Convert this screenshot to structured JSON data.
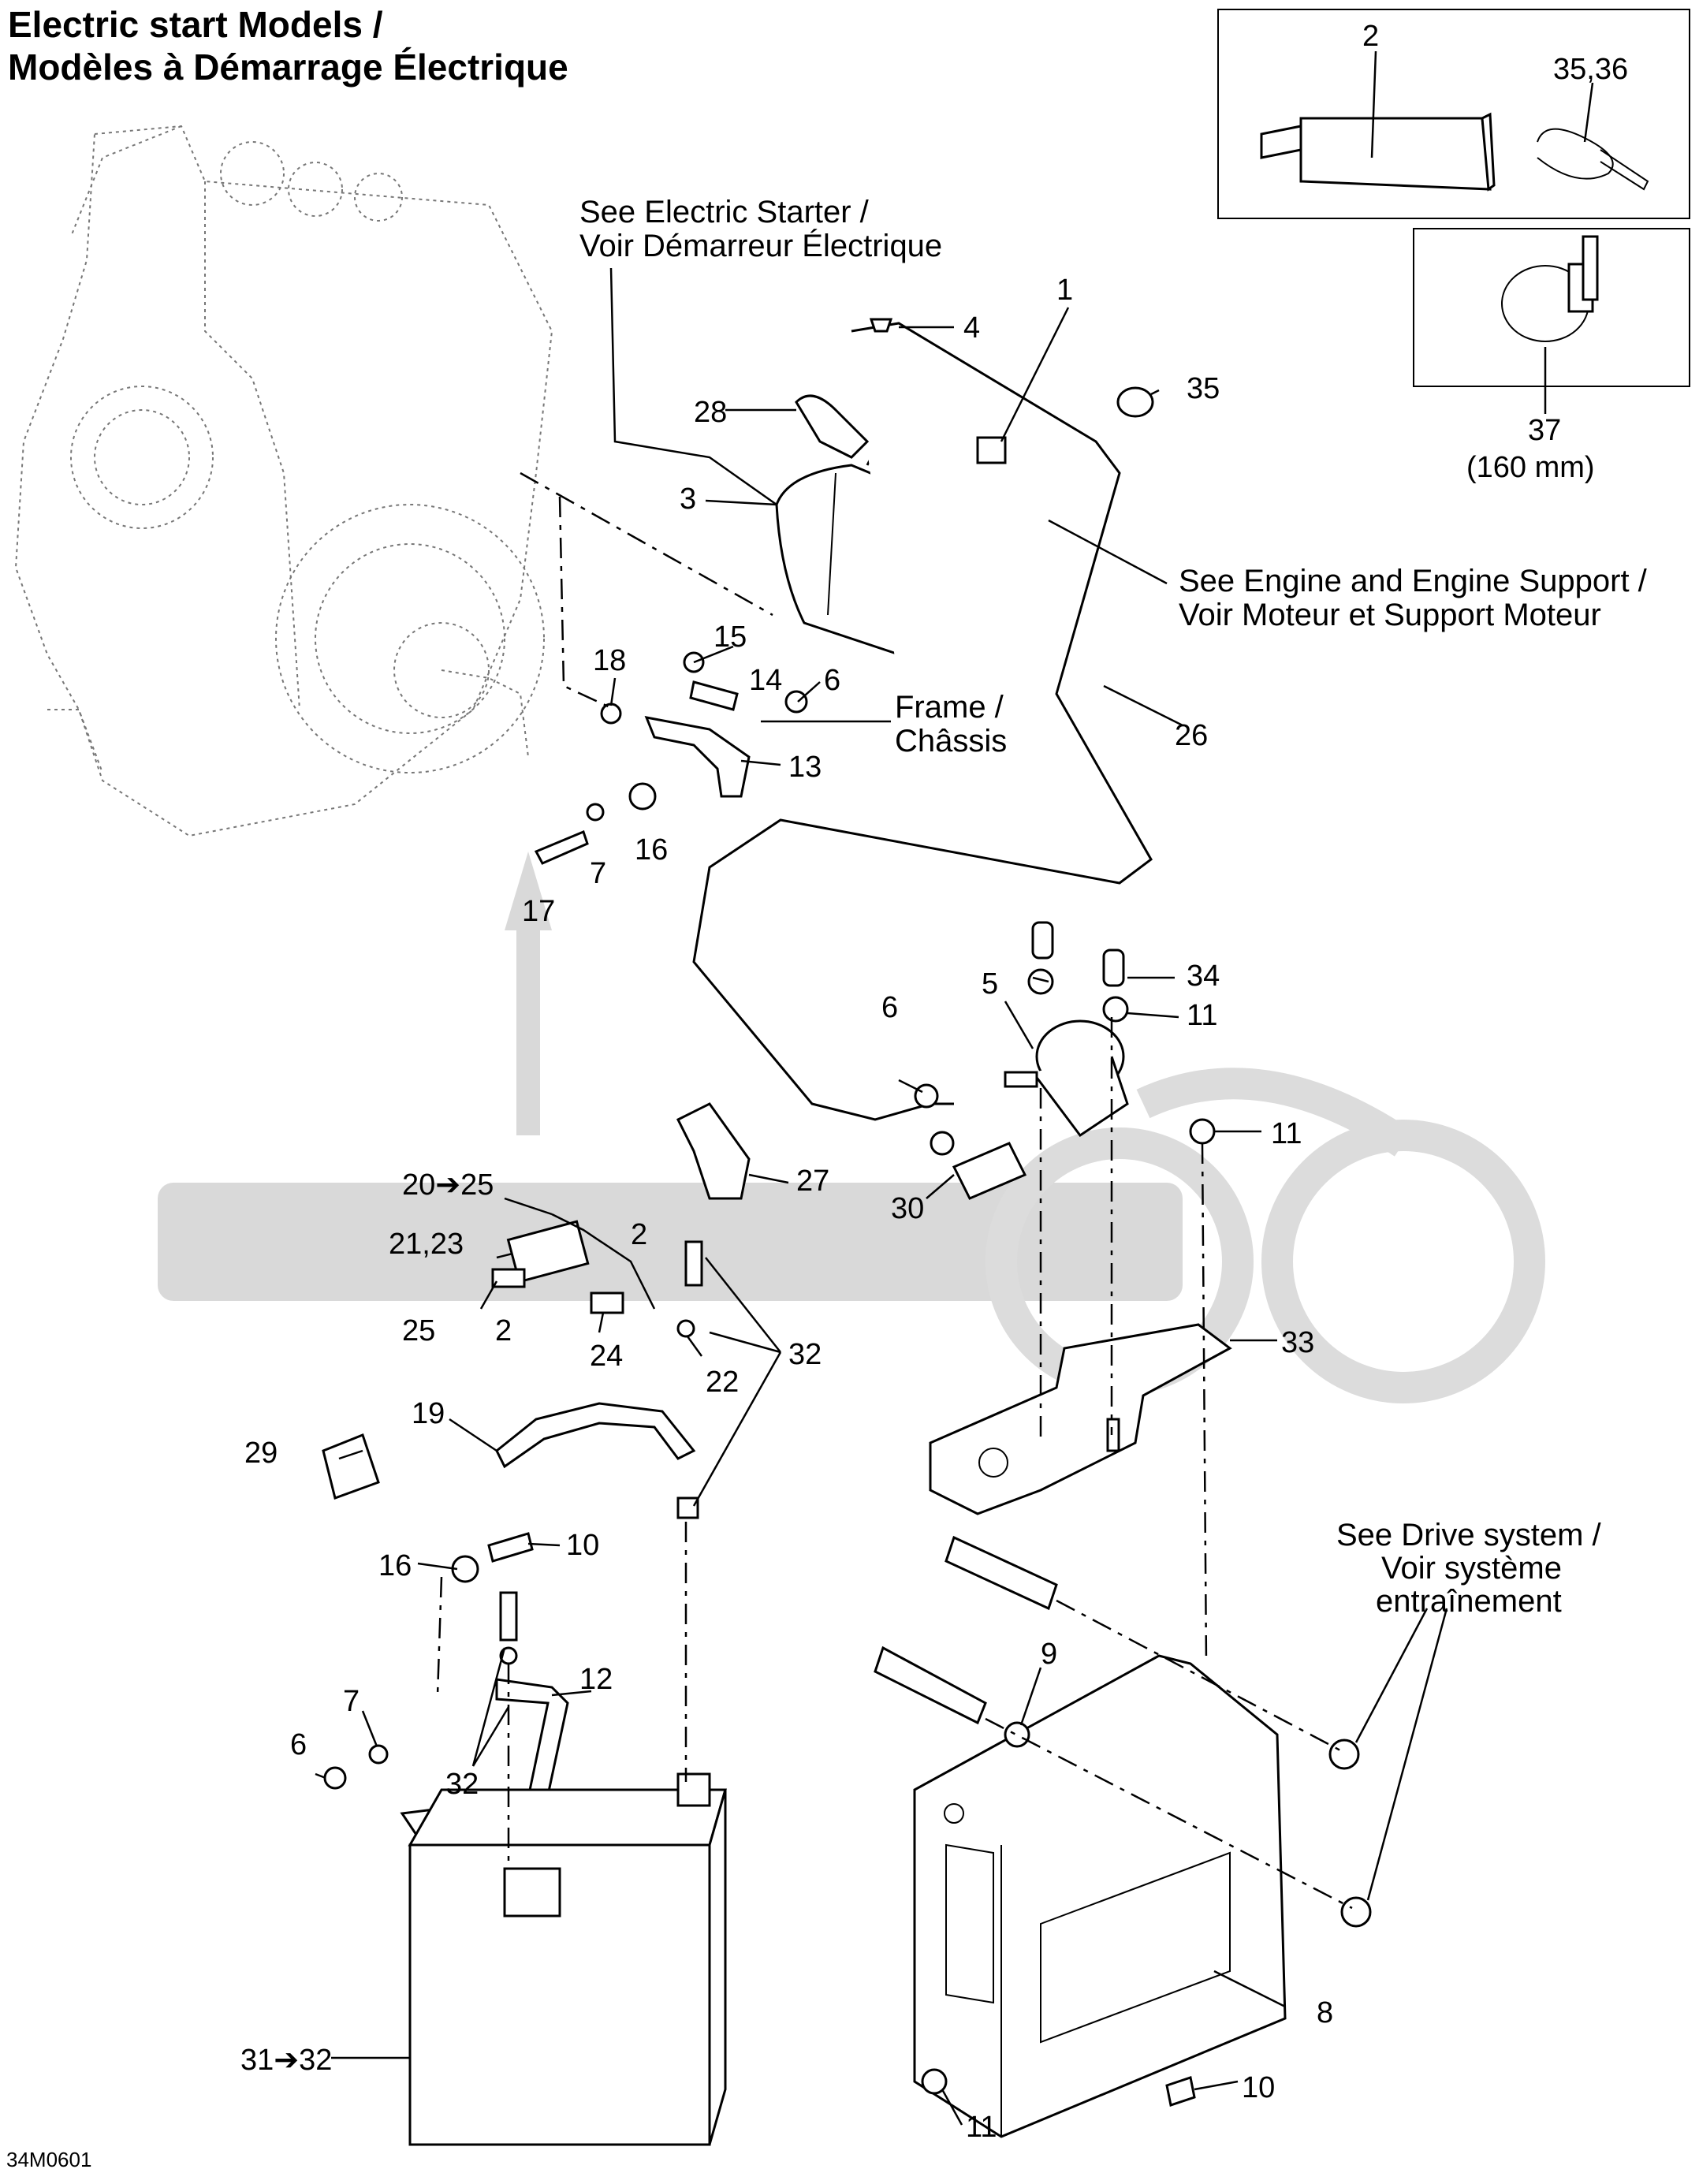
{
  "header": {
    "title_line1": "Electric start Models /",
    "title_line2": "Modèles à Démarrage Électrique"
  },
  "diagram_code": "34M0601",
  "notes": {
    "starter_en": "See Electric Starter /",
    "starter_fr": "Voir Démarreur Électrique",
    "engine_en": "See Engine and Engine Support /",
    "engine_fr": "Voir Moteur et Support Moteur",
    "frame_en": "Frame /",
    "frame_fr": "Châssis",
    "drive_l1": "See Drive system /",
    "drive_l2": "Voir système",
    "drive_l3": "entraînement",
    "clamp_size": "(160 mm)"
  },
  "callouts": {
    "c1": "1",
    "c2": "2",
    "c3": "3",
    "c4": "4",
    "c5": "5",
    "c6a": "6",
    "c6b": "6",
    "c6c": "6",
    "c7a": "7",
    "c7b": "7",
    "c8": "8",
    "c9": "9",
    "c10a": "10",
    "c10b": "10",
    "c11a": "11",
    "c11b": "11",
    "c11c": "11",
    "c12": "12",
    "c13": "13",
    "c14": "14",
    "c15": "15",
    "c16a": "16",
    "c16b": "16",
    "c17": "17",
    "c18": "18",
    "c19": "19",
    "c20_25": "20➔25",
    "c21_23": "21,23",
    "c22": "22",
    "c24": "24",
    "c25": "25",
    "c26": "26",
    "c27": "27",
    "c28": "28",
    "c29": "29",
    "c30": "30",
    "c31_32": "31➔32",
    "c32a": "32",
    "c32b": "32",
    "c33": "33",
    "c34": "34",
    "c35": "35",
    "c35_36": "35,36",
    "c37": "37",
    "c2drop_a": "2",
    "c2drop_b": "2"
  }
}
